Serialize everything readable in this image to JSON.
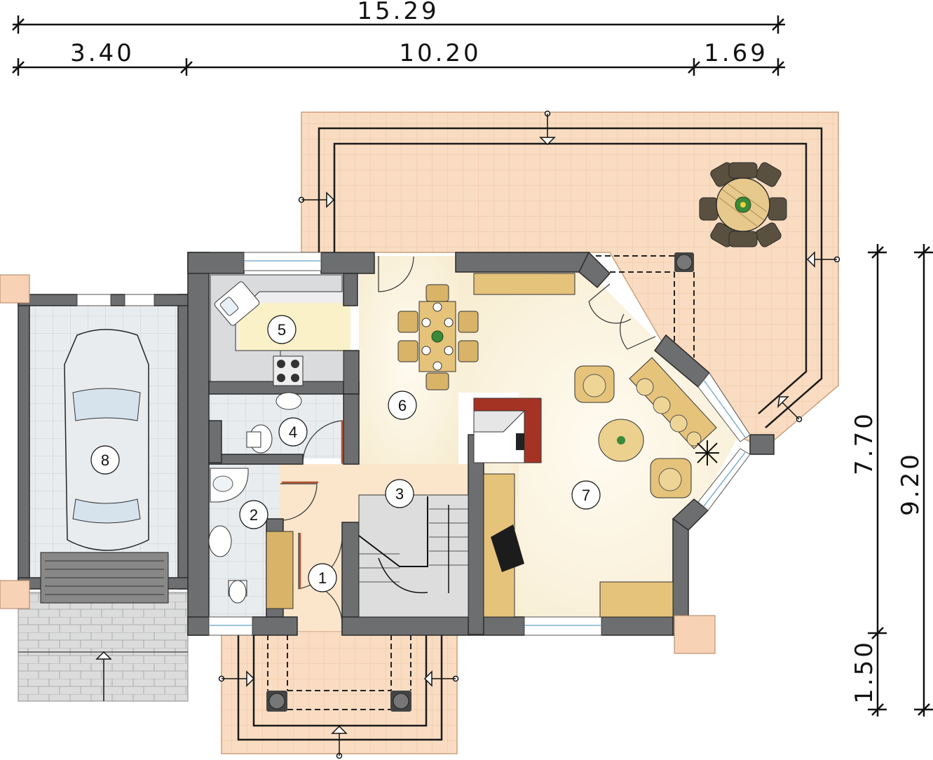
{
  "dimensions": {
    "top_total": "15.29",
    "top_segments": [
      "3.40",
      "10.20",
      "1.69"
    ],
    "right_inner": [
      "7.70",
      "1.50"
    ],
    "right_total": "9.20"
  },
  "rooms": [
    "1",
    "2",
    "3",
    "4",
    "5",
    "6",
    "7",
    "8"
  ],
  "colors": {
    "wall": "#6d6e70",
    "terrace": "#f7d2b4",
    "floor_cream": "#fbf4e0",
    "tile_grey": "#e8eaec",
    "furniture": "#e7c57a"
  }
}
